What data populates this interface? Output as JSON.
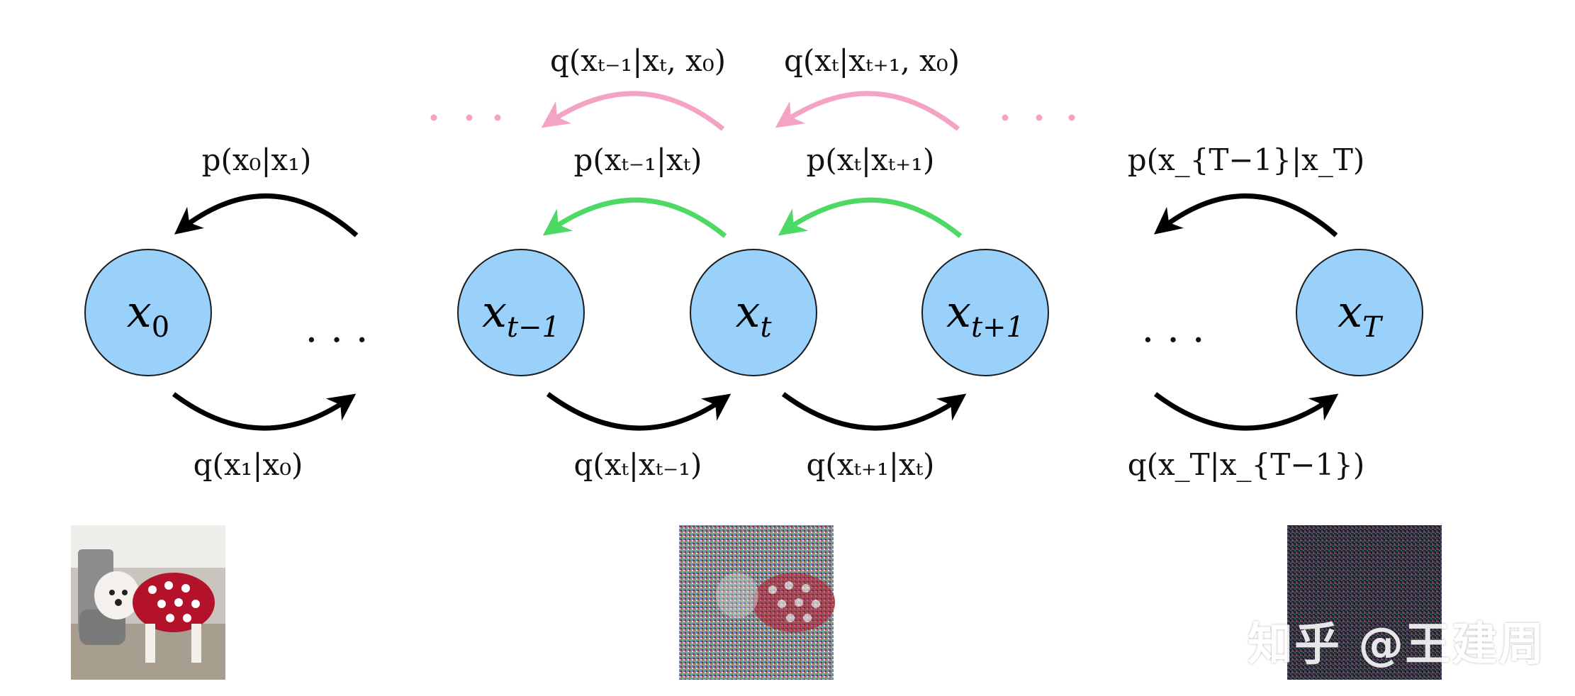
{
  "colors": {
    "node_fill": "#99d1fb",
    "node_stroke": "#1a1a1a",
    "arrow_black": "#000000",
    "arrow_green": "#4cd964",
    "arrow_pink": "#f5a3c4",
    "dots_pink": "#f5a3c4",
    "text": "#111111"
  },
  "nodes": [
    {
      "id": "x0",
      "base": "x",
      "sub": "0"
    },
    {
      "id": "xtm1",
      "base": "x",
      "sub": "t−1"
    },
    {
      "id": "xt",
      "base": "x",
      "sub": "t"
    },
    {
      "id": "xtp1",
      "base": "x",
      "sub": "t+1"
    },
    {
      "id": "xT",
      "base": "x",
      "sub": "T"
    }
  ],
  "ellipsis": ". . .",
  "labels": {
    "p_x0_x1": "p(x₀|x₁)",
    "q_x1_x0": "q(x₁|x₀)",
    "p_xtm1_xt": "p(xₜ₋₁|xₜ)",
    "p_xt_xtp1": "p(xₜ|xₜ₊₁)",
    "q_xt_xtm1": "q(xₜ|xₜ₋₁)",
    "q_xtp1_xt": "q(xₜ₊₁|xₜ)",
    "p_xTm1_xT": "p(x_{T−1}|x_T)",
    "q_xT_xTm1": "q(x_T|x_{T−1})",
    "q_xtm1_xt_x0": "q(xₜ₋₁|xₜ, x₀)",
    "q_xt_xtp1_x0": "q(xₜ|xₜ₊₁, x₀)"
  },
  "images": {
    "clean": "clean-dog-photo",
    "noisy": "noisy-dog-photo",
    "pure_noise": "pure-noise-image"
  },
  "watermark": "知乎 @王建周"
}
